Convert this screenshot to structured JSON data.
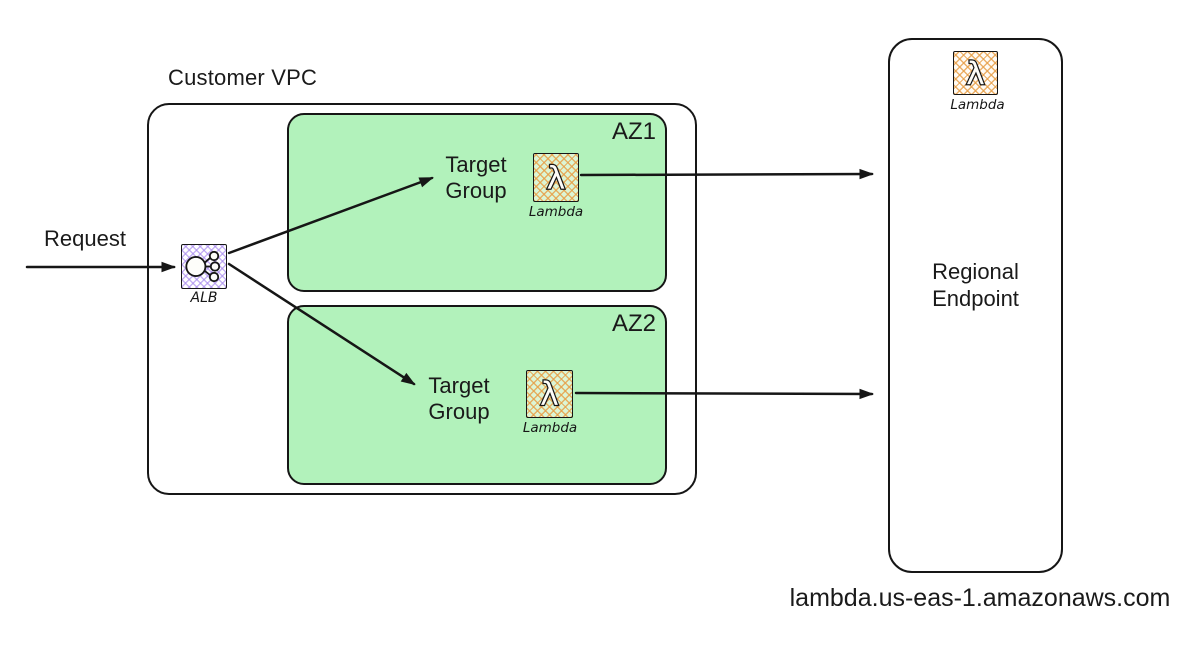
{
  "request_label": "Request",
  "vpc": {
    "title": "Customer VPC",
    "alb": {
      "label": "ALB"
    },
    "azs": [
      {
        "label": "AZ1",
        "target_group": "Target Group",
        "lambda_label": "Lambda"
      },
      {
        "label": "AZ2",
        "target_group": "Target Group",
        "lambda_label": "Lambda"
      }
    ]
  },
  "regional_endpoint": {
    "lambda_label": "Lambda",
    "title": "Regional Endpoint",
    "domain": "lambda.us-eas-1.amazonaws.com"
  },
  "icons": {
    "lambda_glyph": "λ",
    "alb_icon": "load-balancer-node-circles",
    "arrow": "black-arrow"
  },
  "colors": {
    "az_fill": "#b2f2bb",
    "stroke": "#161616",
    "lambda_hatch": "#e79e46",
    "alb_hatch": "#a789ee",
    "background": "#ffffff"
  }
}
